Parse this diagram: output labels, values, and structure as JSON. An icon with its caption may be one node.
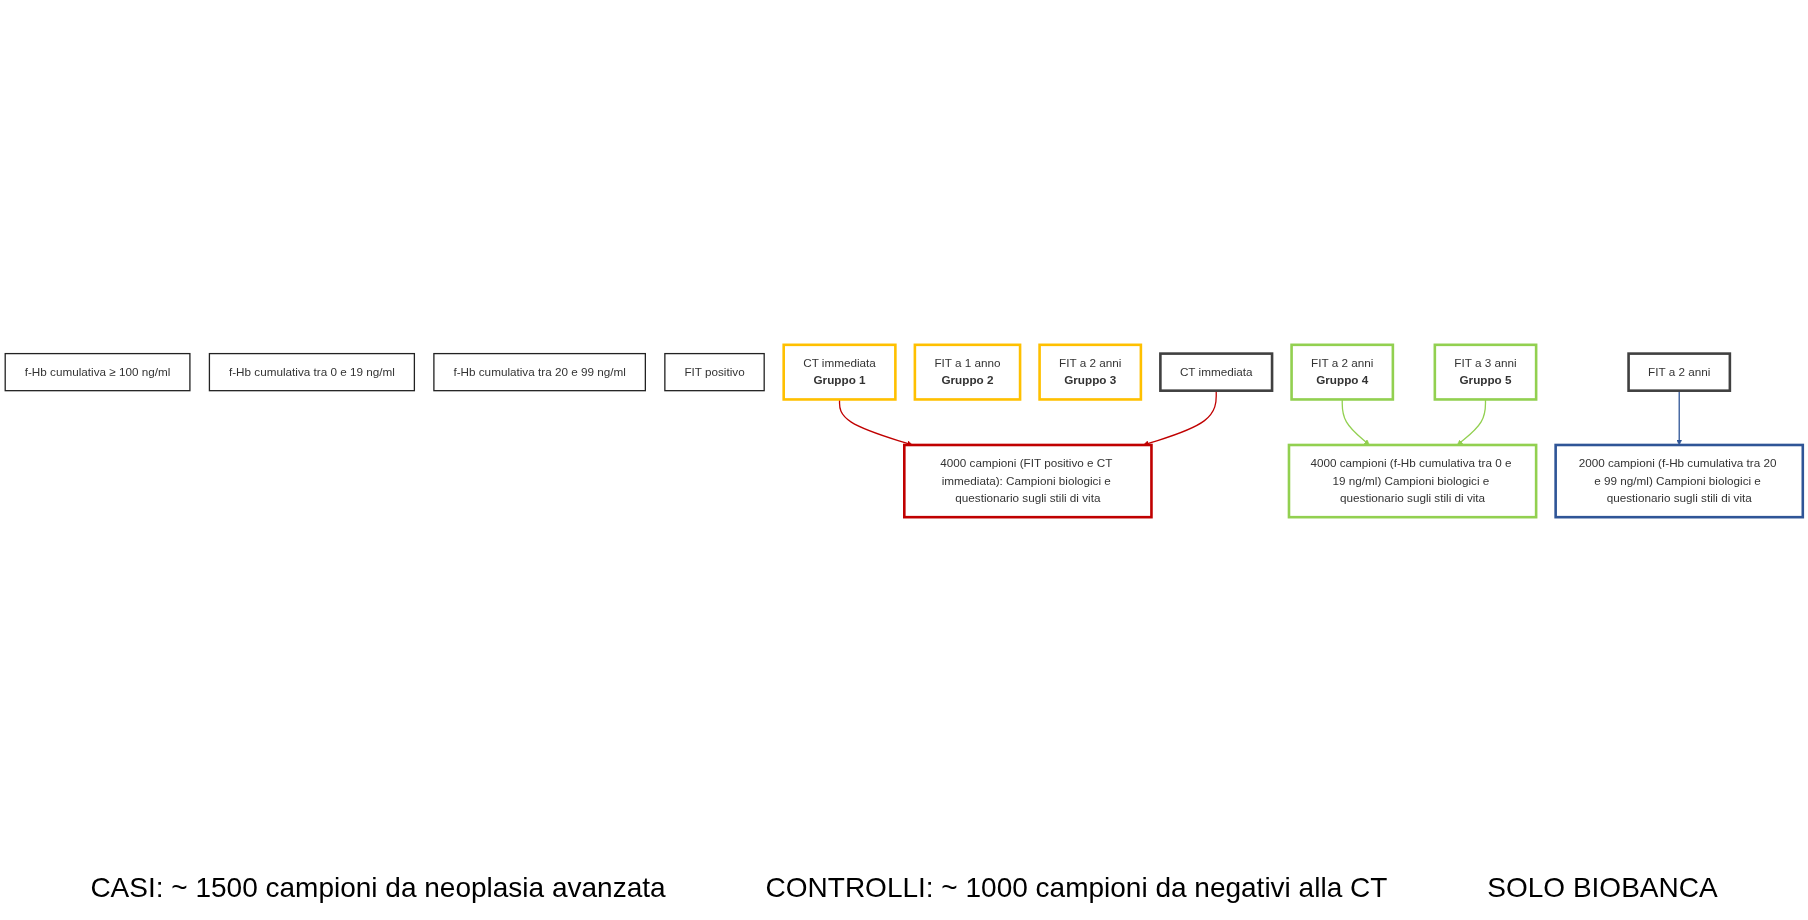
{
  "diagram": {
    "nodes": [
      {
        "text": [
          "f-Hb cumulativa ≥ 100 ng/ml"
        ]
      },
      {
        "text": [
          "f-Hb cumulativa tra 0 e 19 ng/ml"
        ]
      },
      {
        "text": [
          "f-Hb cumulativa tra 20 e 99 ng/ml"
        ]
      },
      {
        "text": [
          "FIT positivo"
        ]
      },
      {
        "text": [
          "CT immediata",
          "Gruppo 1"
        ]
      },
      {
        "text": [
          "FIT a 1 anno",
          "Gruppo 2"
        ]
      },
      {
        "text": [
          "FIT a 2 anni",
          "Gruppo 3"
        ]
      },
      {
        "text": [
          "FIT a 2 anni",
          "Gruppo 4"
        ]
      },
      {
        "text": [
          "FIT a 3 anni",
          "Gruppo 5"
        ]
      },
      {
        "text": [
          "FIT a 2 anni"
        ]
      },
      {
        "text": [
          "CT immediata"
        ]
      },
      {
        "text": [
          "4000 campioni (FIT positivo e CT immediata): Campioni biologici e questionario sugli stili di vita"
        ]
      },
      {
        "text": [
          "4000 campioni (f-Hb cumulativa tra 0 e 19 ng/ml) Campioni biologici e questionario sugli stili di vita"
        ]
      },
      {
        "text": [
          "2000 campioni (f-Hb cumulativa tra 20 e 99 ng/ml) Campioni biologici e questionario sugli stili di vita"
        ]
      }
    ],
    "edges": [
      {
        "from": 4,
        "to": 11,
        "arrow": "to",
        "color": "#c00000"
      },
      {
        "from": 10,
        "to": 11,
        "arrow": "to",
        "color": "#c00000"
      },
      {
        "from": 7,
        "to": 12,
        "arrow": "to",
        "color": "#92d050"
      },
      {
        "from": 8,
        "to": 12,
        "arrow": "to",
        "color": "#92d050"
      },
      {
        "from": 9,
        "to": 13,
        "arrow": "to",
        "color": "#2f5597"
      }
    ],
    "labels": [
      "CASI: ~ 1500 campioni da neoplasia avanzata",
      "CONTROLLI: ~ 1000 campioni da negativi alla CT",
      "SOLO BIOBANCA"
    ]
  }
}
